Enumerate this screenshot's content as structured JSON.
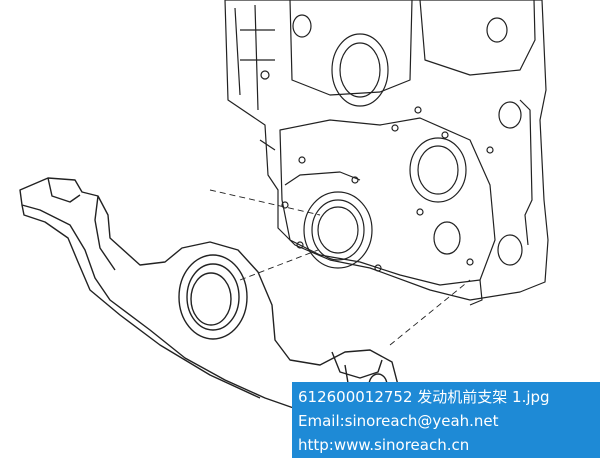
{
  "caption": {
    "filename": "612600012752 发动机前支架 1.jpg",
    "email": "Email:sinoreach@yeah.net",
    "url": "http:www.sinoreach.cn"
  },
  "colors": {
    "line": "#222222",
    "caption_bg": "#1e8ad6",
    "caption_text": "#ffffff"
  }
}
